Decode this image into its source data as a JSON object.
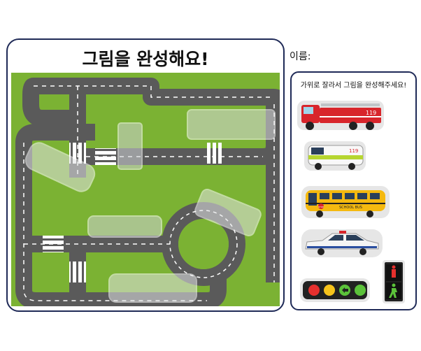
{
  "worksheet": {
    "title": "그림을 완성해요!",
    "name_label": "이름:",
    "instruction": "가위로 잘라서 그림을 완성해주세요!"
  },
  "pieces": [
    {
      "name": "fire-truck",
      "label": "119"
    },
    {
      "name": "ambulance",
      "label": "119"
    },
    {
      "name": "school-bus",
      "label": "SCHOOL BUS",
      "sign": "STOP"
    },
    {
      "name": "police-car"
    },
    {
      "name": "traffic-light"
    },
    {
      "name": "pedestrian-signal"
    }
  ],
  "colors": {
    "grass": "#7bb233",
    "road": "#5a5a5a",
    "frame": "#1f2a57",
    "fire_red": "#d8252b",
    "bus_yellow": "#f5b90f",
    "ambulance_lime": "#b6d630"
  }
}
